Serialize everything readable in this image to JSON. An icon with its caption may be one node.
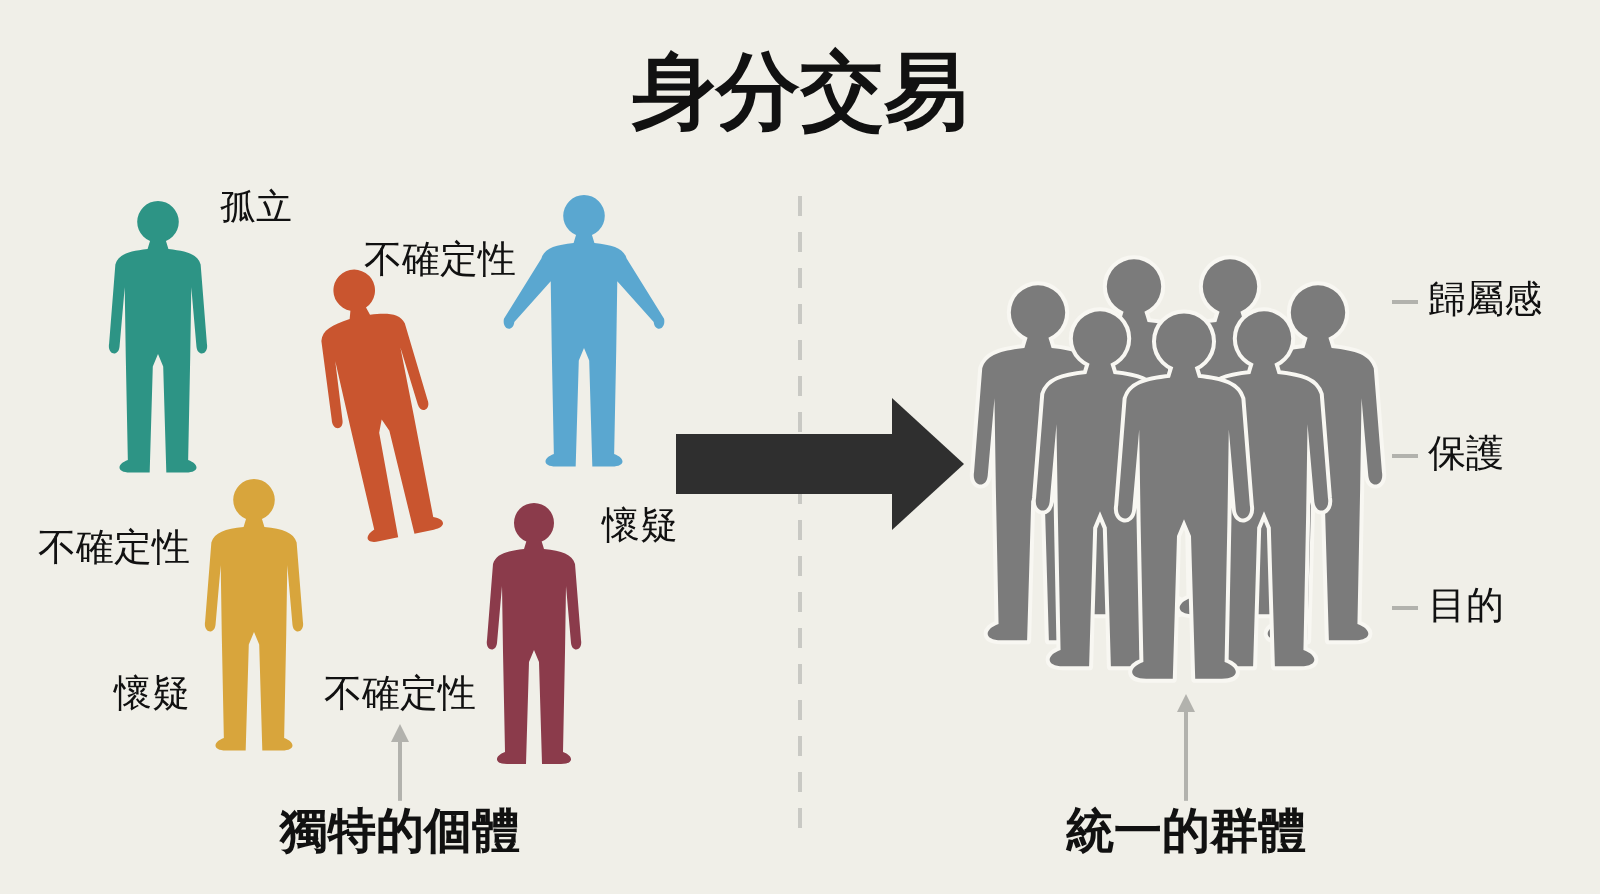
{
  "diagram": {
    "title": "身分交易",
    "nodes": [
      {
        "text": [],
        "shape": "picture"
      },
      {
        "text": [],
        "shape": "picture"
      },
      {
        "text": [
          "歸屬感"
        ]
      },
      {
        "text": [
          "保護"
        ]
      },
      {
        "text": [
          "目的"
        ]
      },
      {
        "text": [
          "獨特的個體"
        ]
      },
      {
        "text": [
          "統一的群體"
        ]
      }
    ],
    "edges": [
      {
        "from": 0,
        "to": 1,
        "arrow": "to",
        "style": "thick",
        "color": "#2f2f2f"
      },
      {
        "from": 2,
        "to": 1,
        "arrow": "none"
      },
      {
        "from": 3,
        "to": 1,
        "arrow": "none"
      },
      {
        "from": 4,
        "to": 1,
        "arrow": "none"
      },
      {
        "from": 5,
        "to": 0,
        "arrow": "to"
      },
      {
        "from": 6,
        "to": 1,
        "arrow": "to"
      }
    ],
    "labels": [
      "孤立",
      "不確定性",
      "不確定性",
      "懷疑",
      "懷疑",
      "不確定性"
    ]
  }
}
